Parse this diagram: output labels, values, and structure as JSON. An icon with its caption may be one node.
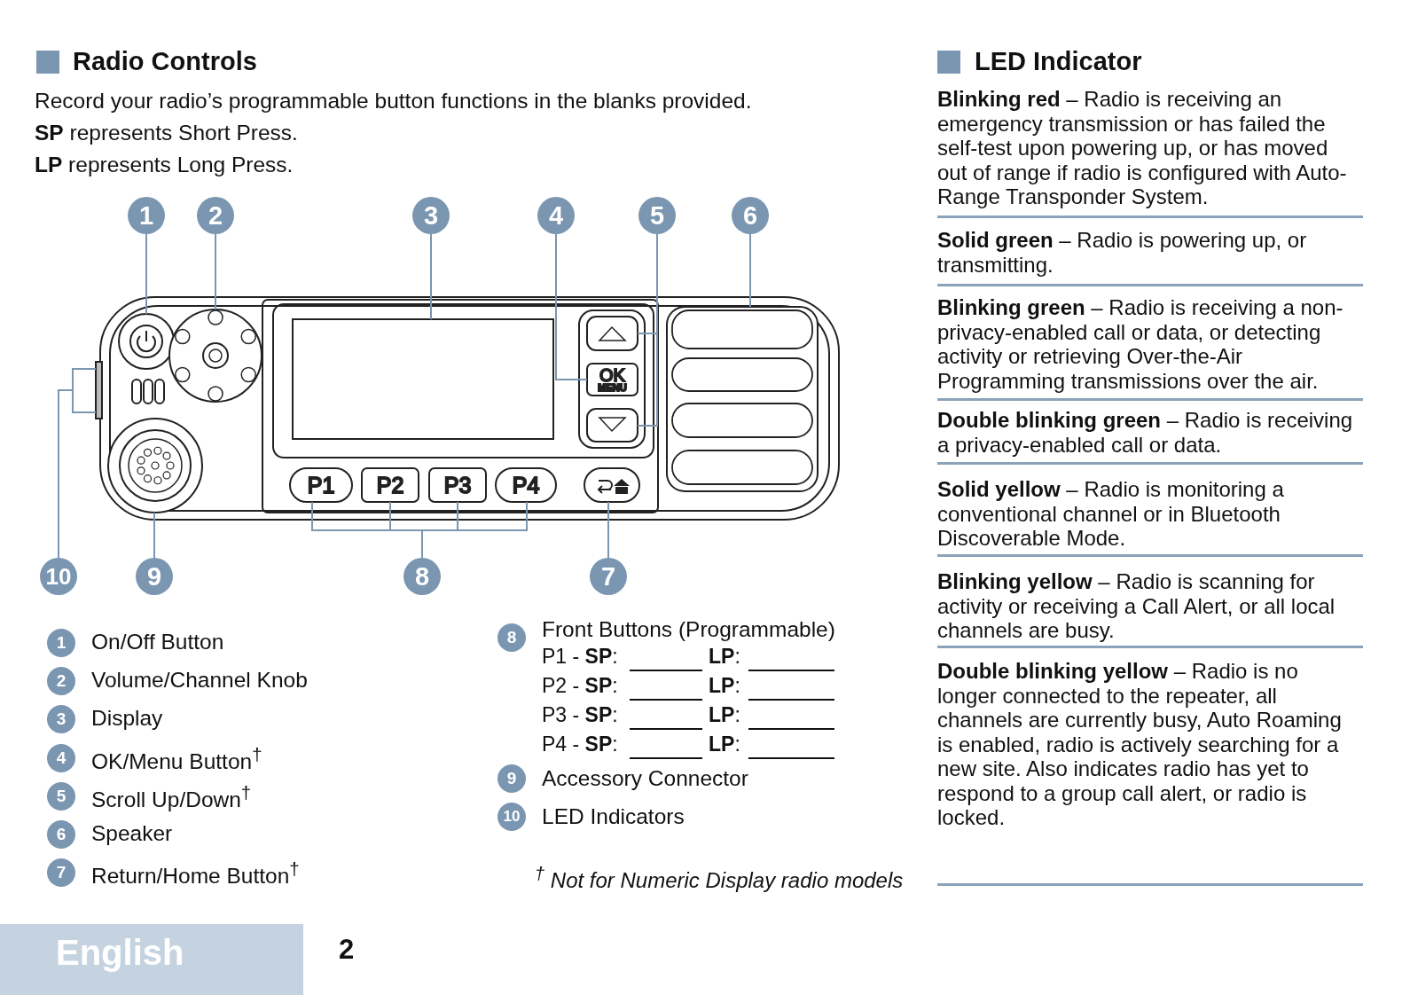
{
  "diagram": {
    "nodes": [
      {
        "text": [
          "1"
        ]
      },
      {
        "text": [
          "2"
        ]
      },
      {
        "text": [
          "3"
        ]
      },
      {
        "text": [
          "4"
        ]
      },
      {
        "text": [
          "5"
        ]
      },
      {
        "text": [
          "6"
        ]
      },
      {
        "text": [],
        "shape": "circle"
      },
      {
        "text": [],
        "shape": "circle"
      },
      {
        "text": [],
        "shape": "box"
      },
      {
        "text": [],
        "shape": "box"
      },
      {
        "text": [
          "OK",
          "MENU"
        ]
      },
      {
        "text": [],
        "shape": "box"
      },
      {
        "text": [],
        "shape": "box"
      },
      {
        "text": [],
        "shape": "bar"
      },
      {
        "text": [],
        "shape": "circle"
      },
      {
        "text": [
          "P1"
        ]
      },
      {
        "text": [
          "P2"
        ]
      },
      {
        "text": [
          "P3"
        ]
      },
      {
        "text": [
          "P4"
        ]
      },
      {
        "text": [],
        "shape": "box"
      },
      {
        "text": [
          "10"
        ]
      },
      {
        "text": [
          "9"
        ]
      },
      {
        "text": [
          "8"
        ]
      },
      {
        "text": [
          "7"
        ]
      }
    ],
    "edges": [
      {
        "from": 0,
        "to": 6,
        "arrow": "none"
      },
      {
        "from": 1,
        "to": 7,
        "arrow": "none"
      },
      {
        "from": 2,
        "to": 8,
        "arrow": "none"
      },
      {
        "from": 3,
        "to": 10,
        "arrow": "none"
      },
      {
        "from": 4,
        "to": 9,
        "arrow": "none"
      },
      {
        "from": 4,
        "to": 11,
        "arrow": "none"
      },
      {
        "from": 5,
        "to": 12,
        "arrow": "none"
      },
      {
        "from": 20,
        "to": 13,
        "arrow": "none"
      },
      {
        "from": 21,
        "to": 14,
        "arrow": "none"
      },
      {
        "from": 22,
        "to": 15,
        "arrow": "none"
      },
      {
        "from": 22,
        "to": 16,
        "arrow": "none"
      },
      {
        "from": 22,
        "to": 17,
        "arrow": "none"
      },
      {
        "from": 22,
        "to": 18,
        "arrow": "none"
      },
      {
        "from": 23,
        "to": 19,
        "arrow": "none"
      }
    ],
    "labels": [
      "Radio Controls",
      "Record your radio’s programmable button functions in the blanks provided.",
      "**SP** represents Short Press.",
      "**LP** represents Long Press.",
      "1",
      "On/Off Button",
      "2",
      "Volume/Channel Knob",
      "3",
      "Display",
      "4",
      "OK/Menu Button$^{†}$",
      "5",
      "Scroll Up/Down$^{†}$",
      "6",
      "Speaker",
      "7",
      "Return/Home Button$^{†}$",
      "8",
      "Front Buttons (Programmable)",
      "P1 - **SP**:",
      "**LP**:",
      "P2 - **SP**:",
      "**LP**:",
      "P3 - **SP**:",
      "**LP**:",
      "P4 - **SP**:",
      "**LP**:",
      "9",
      "Accessory Connector",
      "10",
      "LED Indicators",
      "$^{†}$ Not for Numeric Display radio models",
      "LED Indicator",
      "**Blinking red** – Radio is receiving an emergency transmission or has failed the self-test upon powering up, or has moved out of range if radio is configured with Auto-Range Transponder System.",
      "**Solid green** – Radio is powering up, or transmitting.",
      "**Blinking green** – Radio is receiving a non-privacy-enabled call or data, or detecting activity or retrieving Over-the-Air Programming transmissions over the air.",
      "**Double blinking green** – Radio is receiving a privacy-enabled call or data.",
      "**Solid yellow** – Radio is monitoring a conventional channel or in Bluetooth Discoverable Mode.",
      "**Blinking yellow** – Radio is scanning for activity or receiving a Call Alert, or all local channels are busy.",
      "**Double blinking yellow** – Radio is no longer connected to the repeater, all channels are currently busy, Auto Roaming is enabled, radio is actively searching for a new site. Also indicates radio has yet to respond to a group call alert, or radio is locked.",
      "English",
      "2"
    ]
  }
}
